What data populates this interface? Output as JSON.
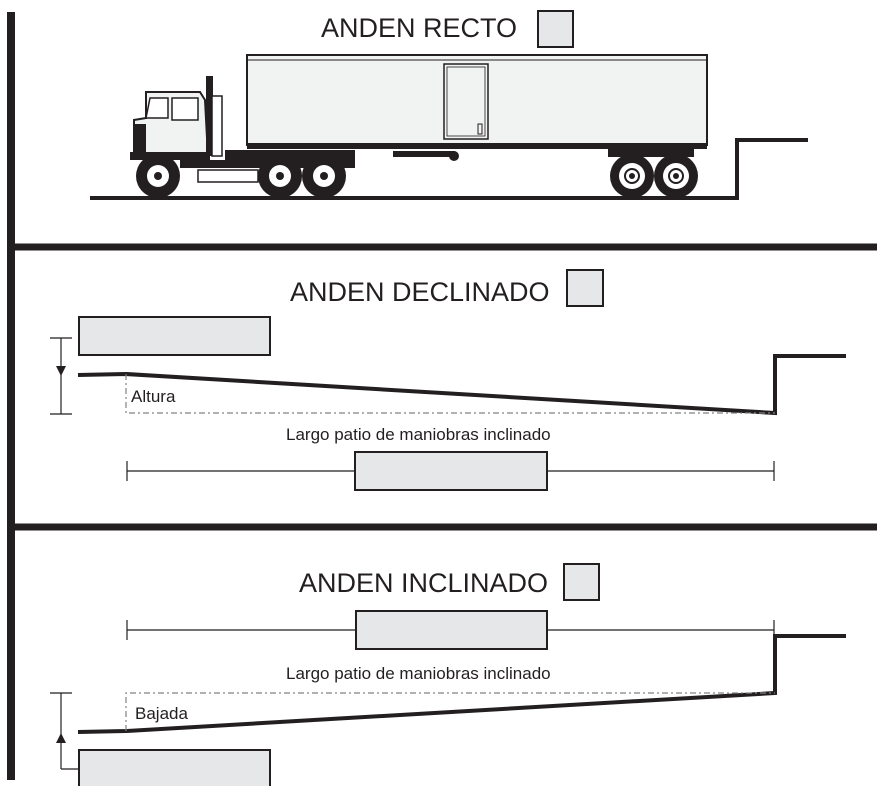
{
  "colors": {
    "ink": "#231f20",
    "fill": "#e6e7e8",
    "dash": "#808285"
  },
  "sections": {
    "recto": {
      "title": "ANDEN RECTO"
    },
    "declinado": {
      "title": "ANDEN DECLINADO",
      "height_label": "Altura",
      "length_label": "Largo patio de maniobras inclinado"
    },
    "inclinado": {
      "title": "ANDEN INCLINADO",
      "height_label": "Bajada",
      "length_label": "Largo patio de maniobras inclinado"
    }
  }
}
